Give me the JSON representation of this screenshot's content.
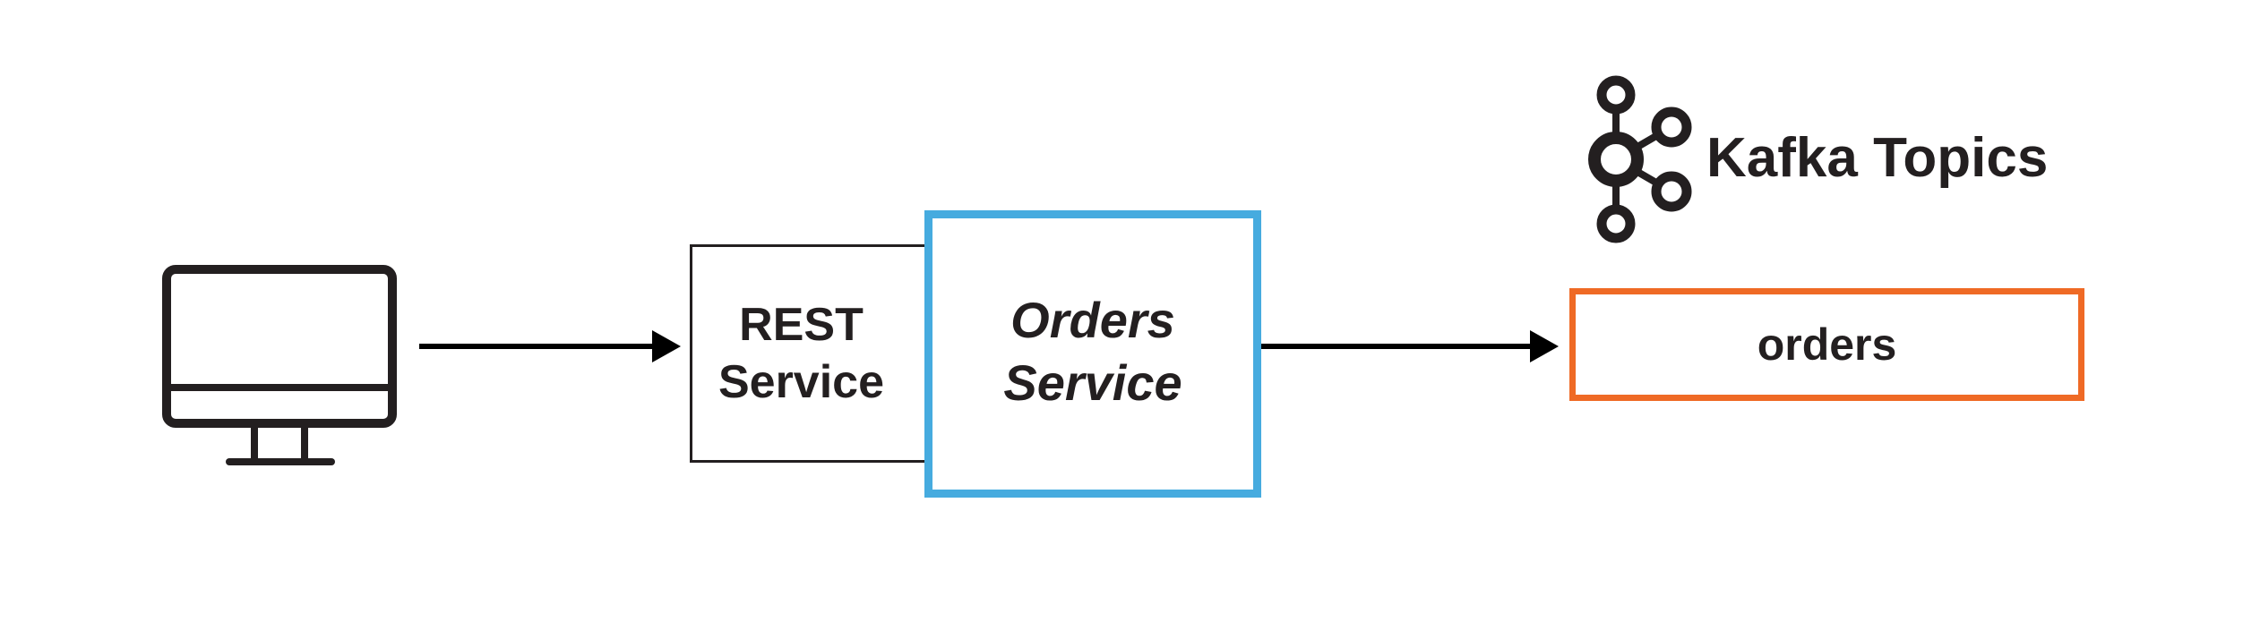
{
  "colors": {
    "ink": "#231f20",
    "orders_service_border": "#46abdf",
    "topic_border": "#ef6a25",
    "background": "#ffffff"
  },
  "icons": {
    "client": "computer-monitor-icon",
    "kafka": "kafka-logo-icon"
  },
  "rest_service": {
    "line1": "REST",
    "line2": "Service"
  },
  "orders_service": {
    "line1": "Orders",
    "line2": "Service"
  },
  "kafka": {
    "title": "Kafka Topics"
  },
  "topic": {
    "name": "orders"
  }
}
